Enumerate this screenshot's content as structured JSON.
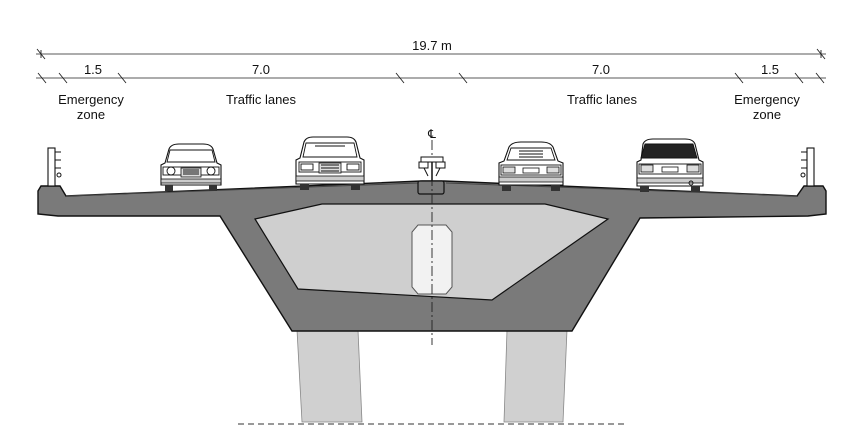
{
  "dimensions": {
    "total": "19.7 m",
    "left_emergency": "1.5",
    "left_traffic": "7.0",
    "right_traffic": "7.0",
    "right_emergency": "1.5"
  },
  "labels": {
    "left_emergency_line1": "Emergency",
    "left_emergency_line2": "zone",
    "left_traffic": "Traffic lanes",
    "right_traffic": "Traffic lanes",
    "right_emergency_line1": "Emergency",
    "right_emergency_line2": "zone",
    "centerline_symbol": "℄"
  },
  "colors": {
    "concrete_dark": "#7a7a7a",
    "concrete_light": "#cfcfcf",
    "pier": "#d0d0d0",
    "outline": "#111111"
  },
  "icons": [
    "barrier-post-icon",
    "car-front-icon",
    "car-rear-icon",
    "lamp-post-icon"
  ]
}
